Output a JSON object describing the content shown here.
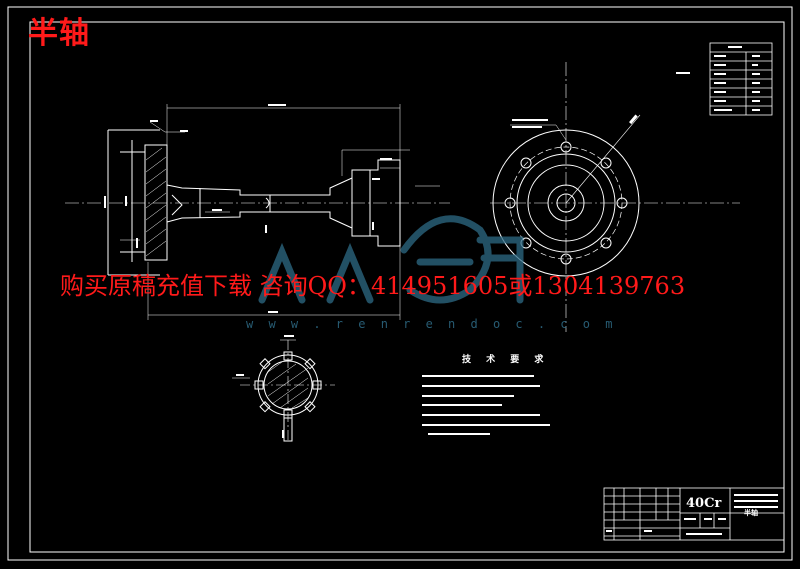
{
  "drawing": {
    "title": "半轴",
    "technical_requirements_title": "技 术 要 求",
    "material": "40Cr",
    "part_name": "半轴"
  },
  "overlay": {
    "ad_text": "购买原稿充值下载  咨询QQ：414951605或1304139763",
    "watermark_url": "w w w . r e n r e n d o c . c o m"
  },
  "colors": {
    "background": "#000000",
    "lines": "#ffffff",
    "overlay_text": "#ff1a1a",
    "watermark": "#2e6b86"
  }
}
